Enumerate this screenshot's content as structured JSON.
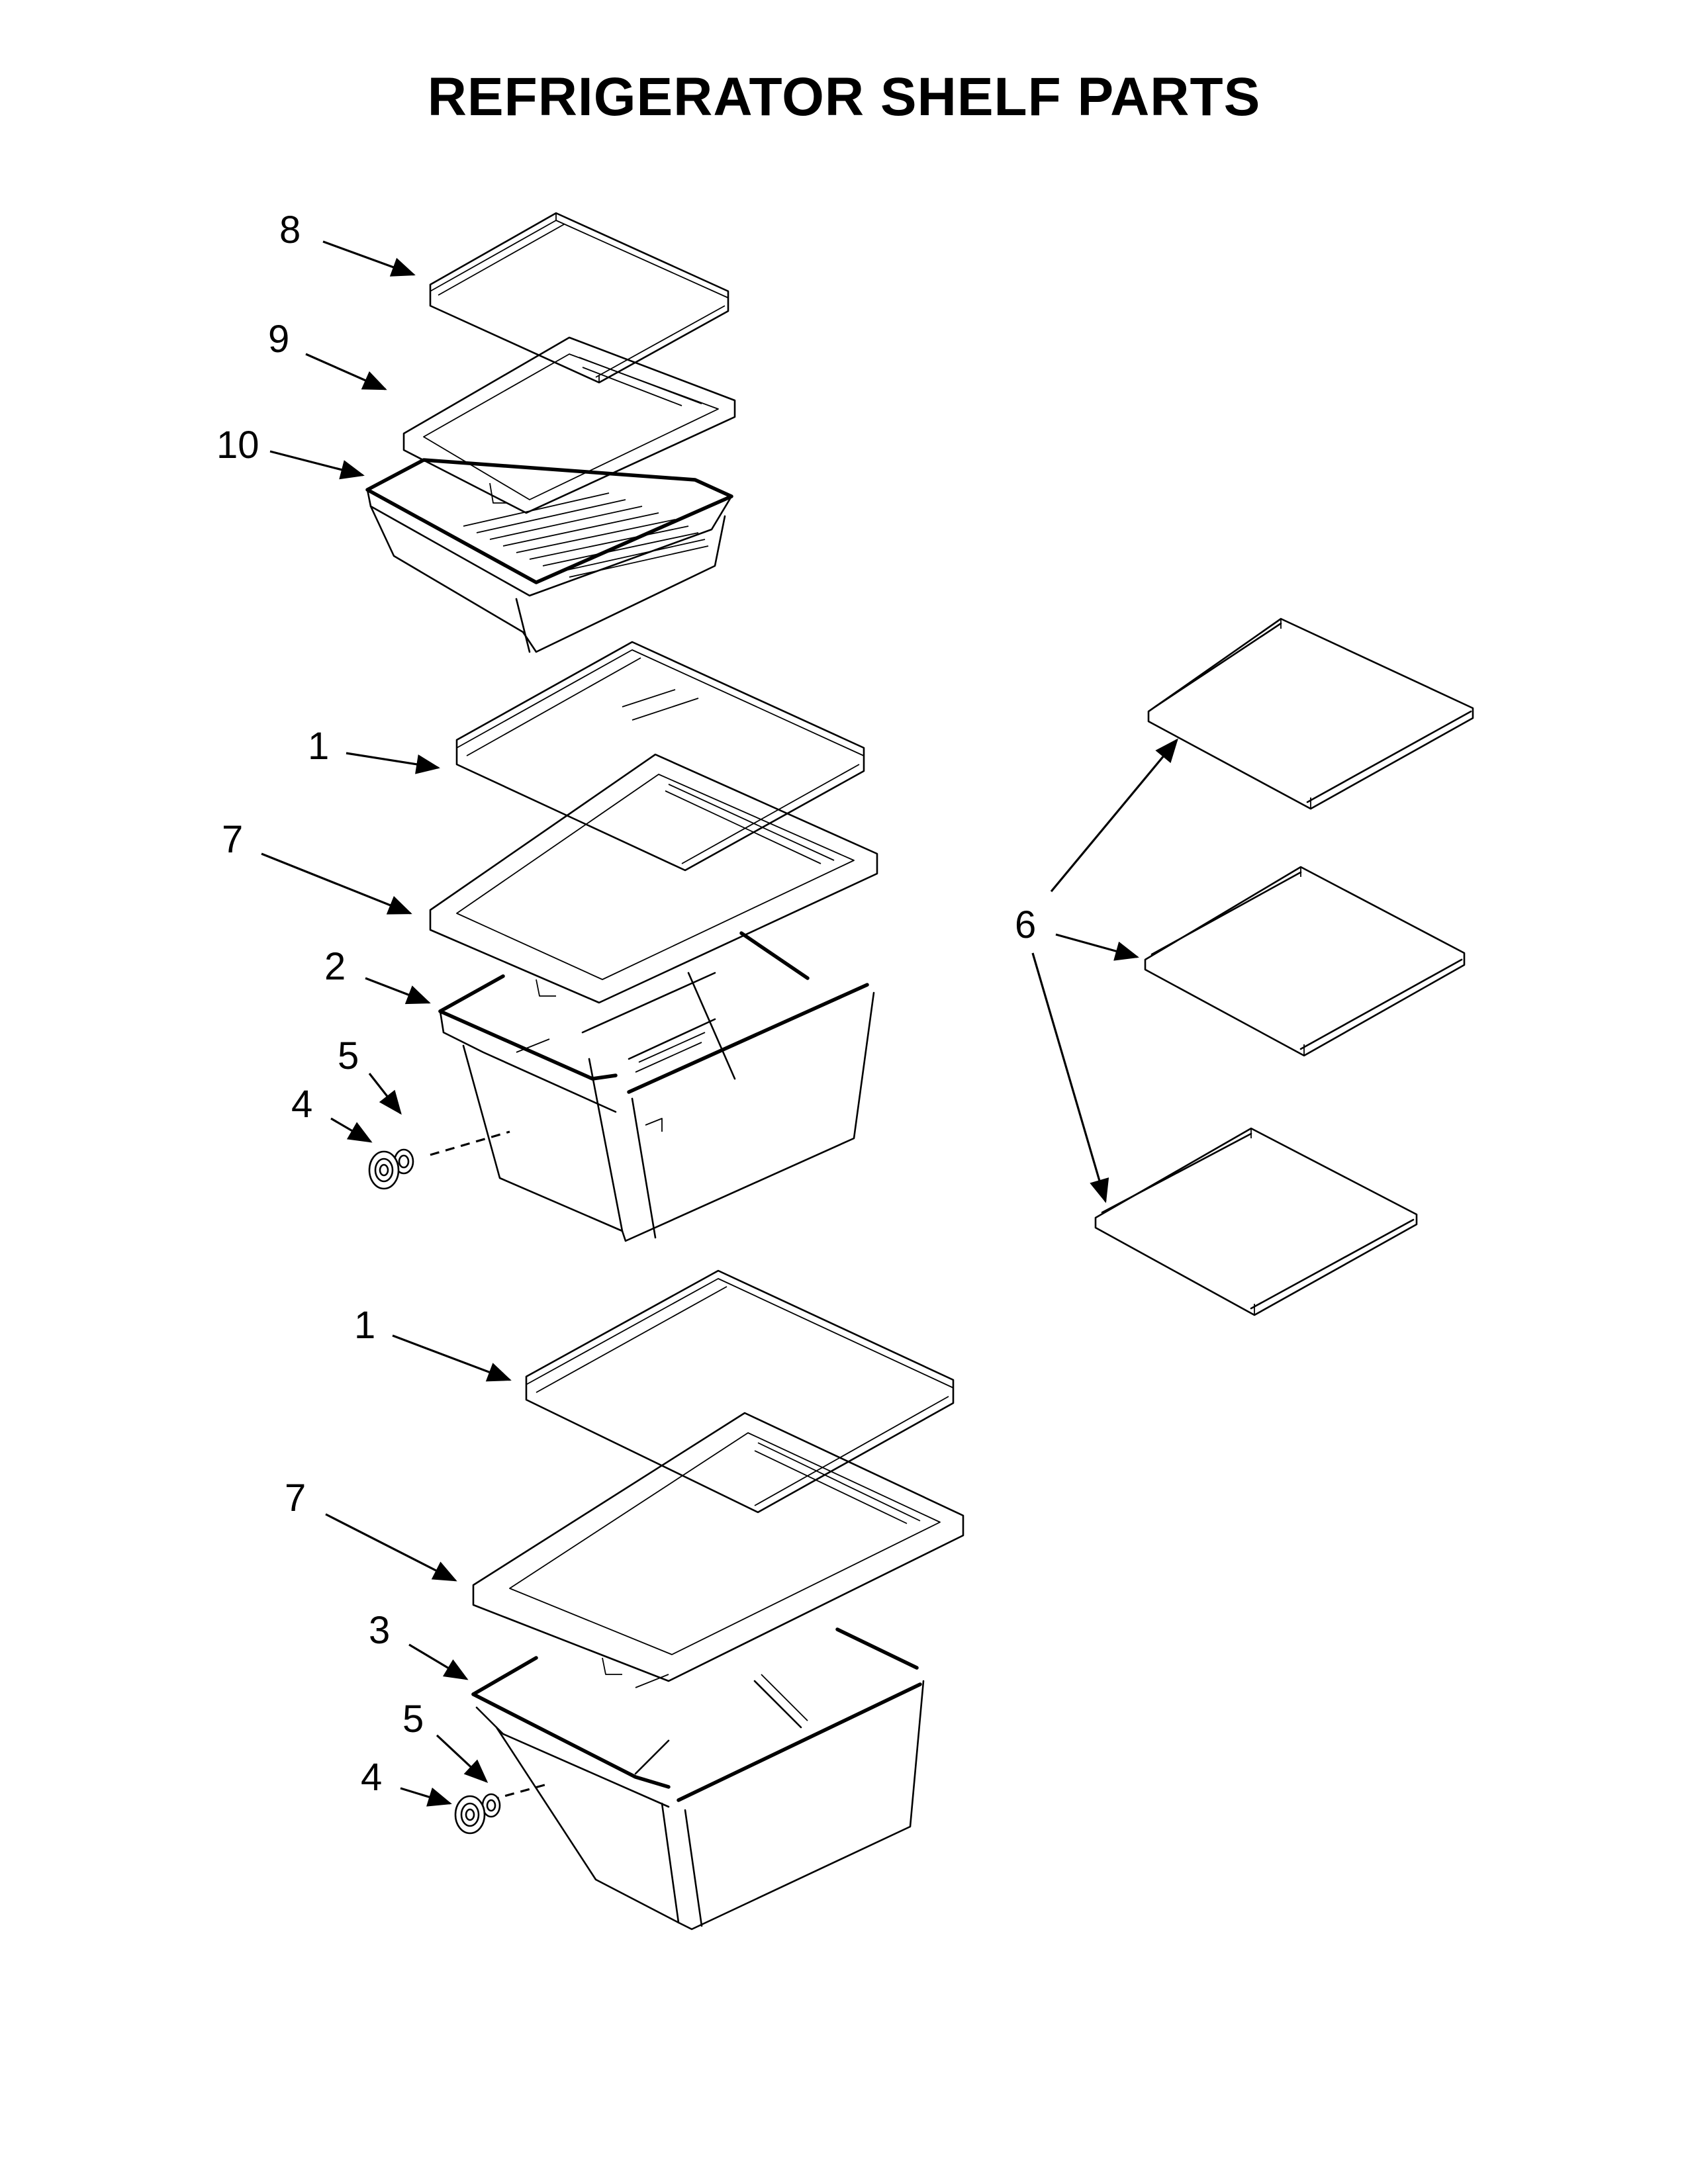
{
  "title": "REFRIGERATOR SHELF PARTS",
  "callouts": {
    "c8": "8",
    "c9": "9",
    "c10": "10",
    "c1a": "1",
    "c7a": "7",
    "c2": "2",
    "c5a": "5",
    "c4a": "4",
    "c6": "6",
    "c1b": "1",
    "c7b": "7",
    "c3": "3",
    "c5b": "5",
    "c4b": "4"
  }
}
